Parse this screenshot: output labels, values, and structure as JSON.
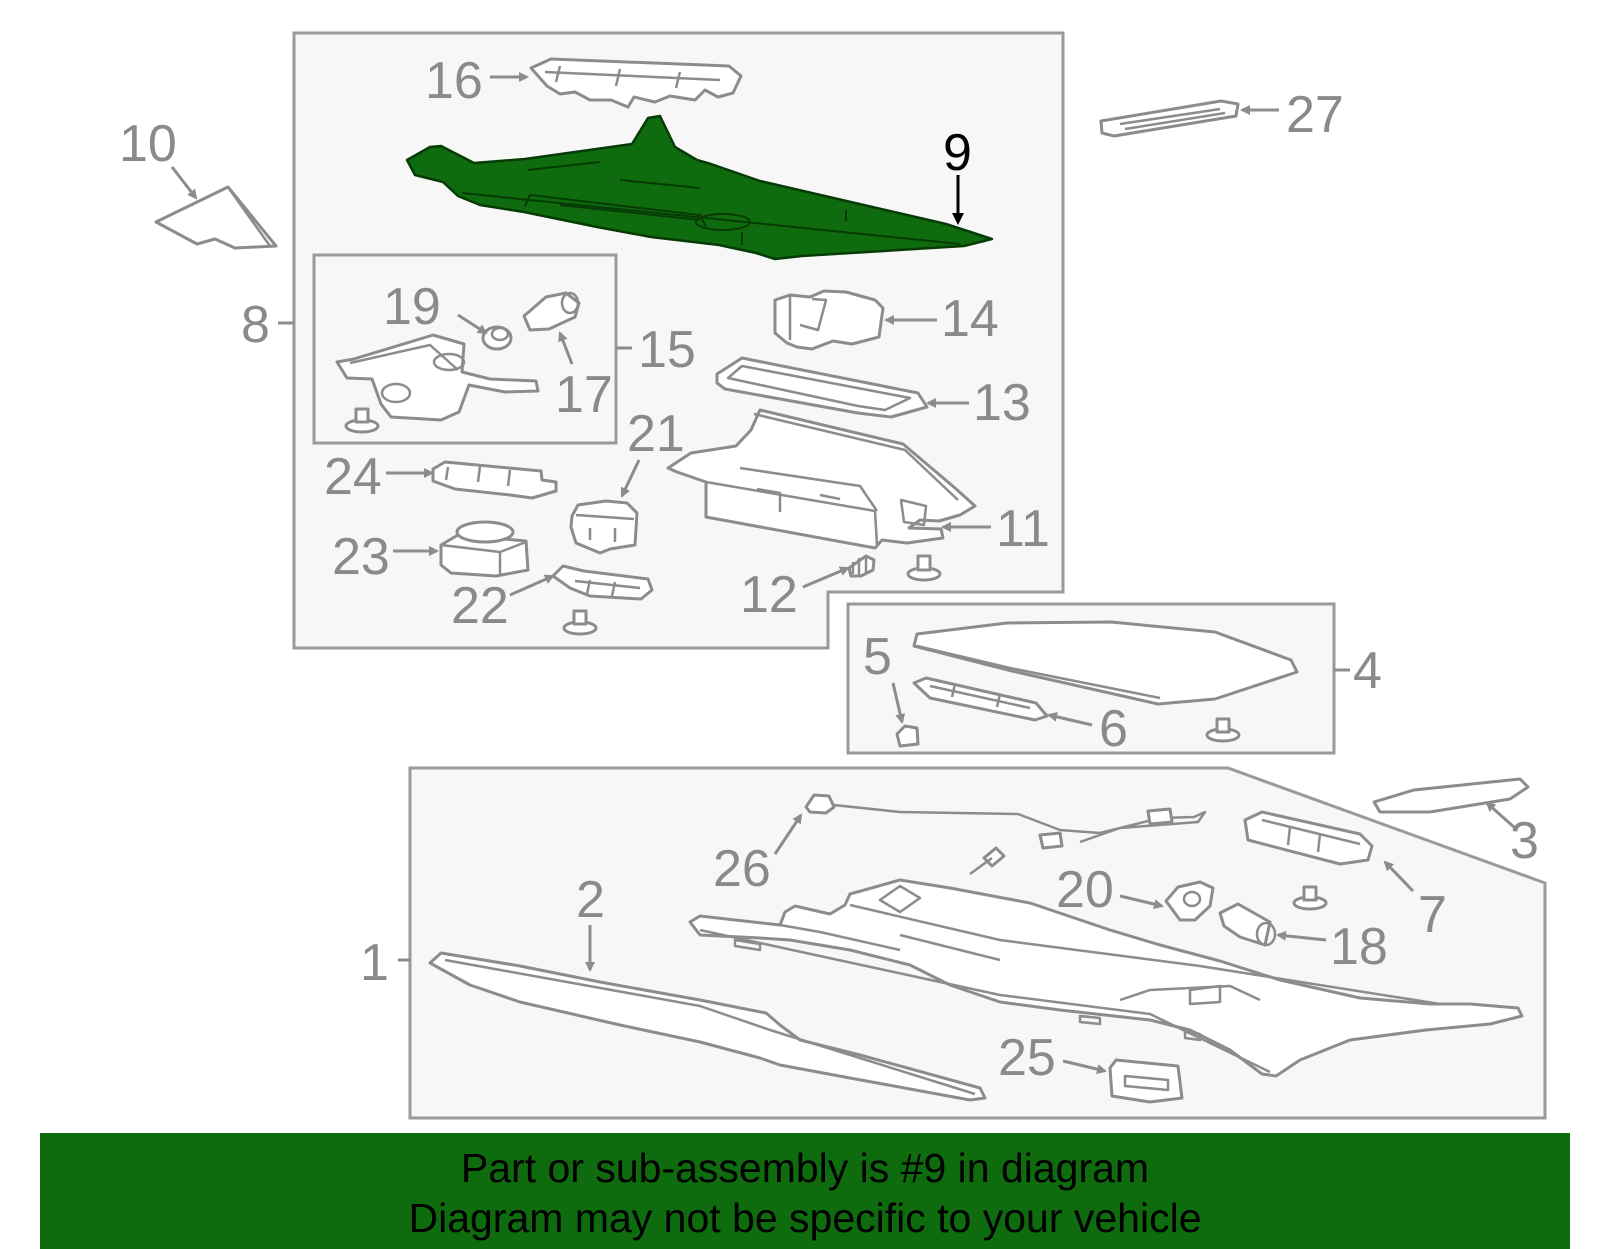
{
  "banner": {
    "line1": "Part or sub-assembly is #9 in diagram",
    "line2": "Diagram may not be specific to your vehicle"
  },
  "highlight": {
    "part": "9",
    "color": "#0e6b0e"
  },
  "callouts": {
    "c1": "1",
    "c2": "2",
    "c3": "3",
    "c4": "4",
    "c5": "5",
    "c6": "6",
    "c7": "7",
    "c8": "8",
    "c9": "9",
    "c10": "10",
    "c11": "11",
    "c12": "12",
    "c13": "13",
    "c14": "14",
    "c15": "15",
    "c16": "16",
    "c17": "17",
    "c18": "18",
    "c19": "19",
    "c20": "20",
    "c21": "21",
    "c22": "22",
    "c23": "23",
    "c24": "24",
    "c25": "25",
    "c26": "26",
    "c27": "27"
  }
}
